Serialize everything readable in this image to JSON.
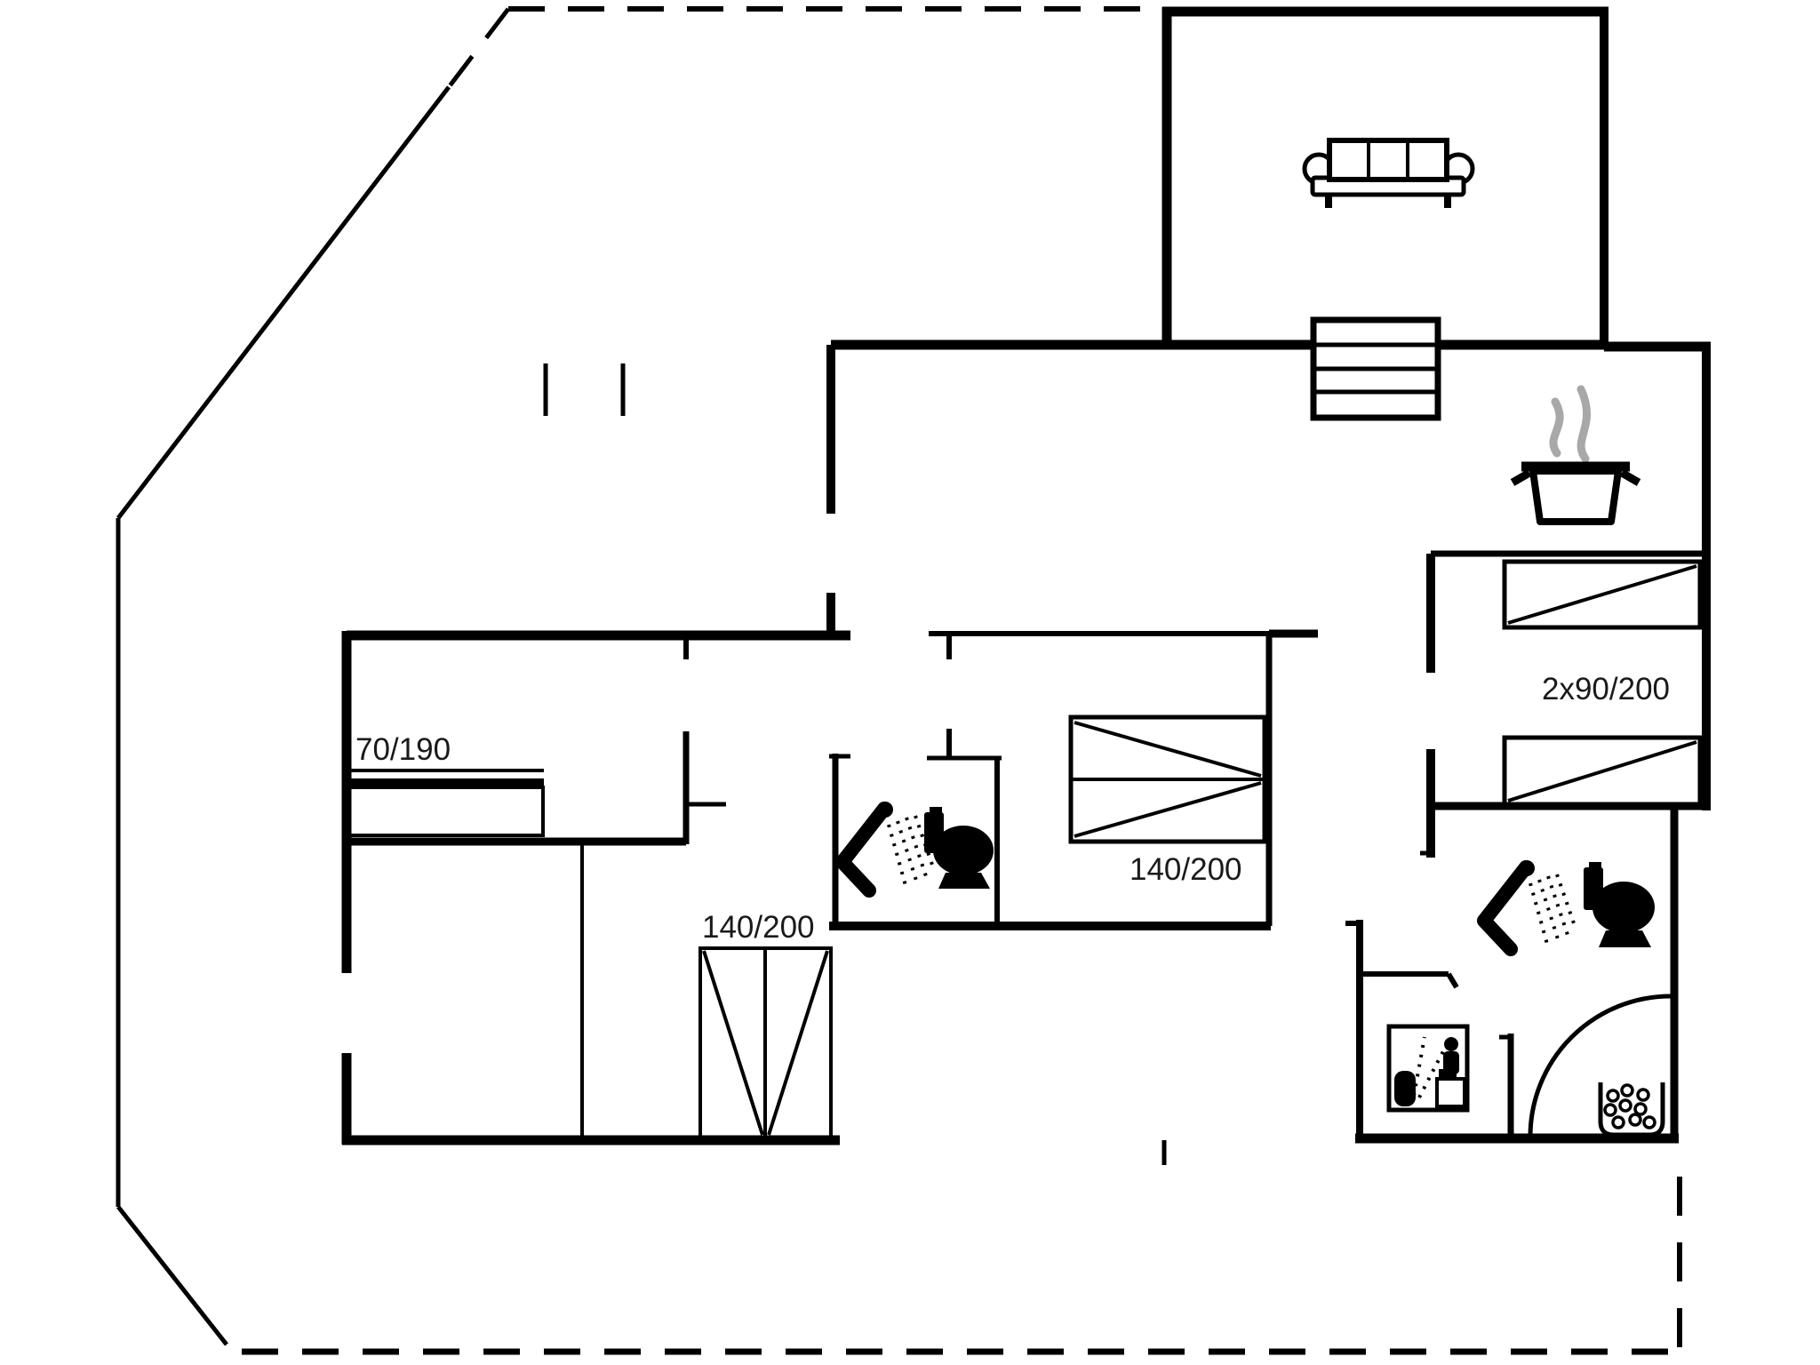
{
  "title": "holiday-house-floor-plan",
  "labels": {
    "bed_70_190": "70/190",
    "bed_140_200_left": "140/200",
    "bed_140_200_middle": "140/200",
    "bed_2x90_200": "2x90/200"
  },
  "icons": [
    "sofa-icon",
    "stairs-icon",
    "cooking-pot-icon",
    "steam-icon",
    "shower-icon",
    "toilet-icon",
    "sauna-icon",
    "whirlpool-arc-icon",
    "bubble-bath-icon",
    "window-tick-icon"
  ],
  "colors": {
    "line": "#000000",
    "steam_gray": "#a8a8a8",
    "label_text": "#1a1a1a",
    "background": "#ffffff"
  }
}
